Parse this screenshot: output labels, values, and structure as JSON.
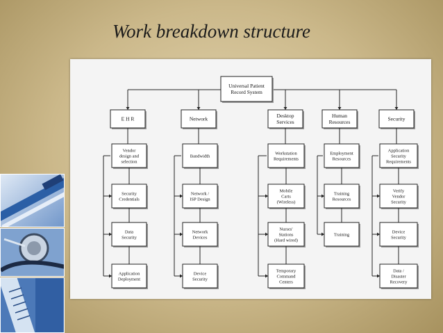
{
  "slide": {
    "title": "Work breakdown structure"
  },
  "root": {
    "label": [
      "Universal Patient",
      "Record System"
    ]
  },
  "branches": [
    {
      "label": [
        "E H R"
      ],
      "children": [
        {
          "label": [
            "Vendor",
            "design and",
            "selection"
          ]
        },
        {
          "label": [
            "Security",
            "Credentials"
          ]
        },
        {
          "label": [
            "Data",
            "Security"
          ]
        },
        {
          "label": [
            "Application",
            "Deployment"
          ]
        }
      ]
    },
    {
      "label": [
        "Network"
      ],
      "children": [
        {
          "label": [
            "Bandwidth"
          ]
        },
        {
          "label": [
            "Network /",
            "ISP Design"
          ]
        },
        {
          "label": [
            "Network",
            "Devices"
          ]
        },
        {
          "label": [
            "Device",
            "Security"
          ]
        }
      ]
    },
    {
      "label": [
        "Desktop",
        "Services"
      ],
      "children": [
        {
          "label": [
            "Workstation",
            "Requirements"
          ]
        },
        {
          "label": [
            "Mobile",
            "Carts",
            "(Wireless)"
          ]
        },
        {
          "label": [
            "Nurses'",
            "Stations",
            "(Hard wired)"
          ]
        },
        {
          "label": [
            "Temporary",
            "Command",
            "Centers"
          ]
        }
      ]
    },
    {
      "label": [
        "Human",
        "Resources"
      ],
      "children": [
        {
          "label": [
            "Employment",
            "Resources"
          ]
        },
        {
          "label": [
            "Training",
            "Resources"
          ]
        },
        {
          "label": [
            "Training"
          ]
        }
      ]
    },
    {
      "label": [
        "Security"
      ],
      "children": [
        {
          "label": [
            "Application",
            "Security",
            "Requirements"
          ]
        },
        {
          "label": [
            "Verify",
            "Vendor",
            "Security"
          ]
        },
        {
          "label": [
            "Device",
            "Security"
          ]
        },
        {
          "label": [
            "Data /",
            "Disaster",
            "Recovery"
          ]
        }
      ]
    }
  ],
  "colors": {
    "box_fill": "#ffffff",
    "box_border": "#222222",
    "line": "#222222",
    "text": "#111111"
  },
  "decor": {
    "photos": [
      "syringe-photo",
      "stethoscope-photo",
      "syringe-closeup-photo"
    ]
  }
}
